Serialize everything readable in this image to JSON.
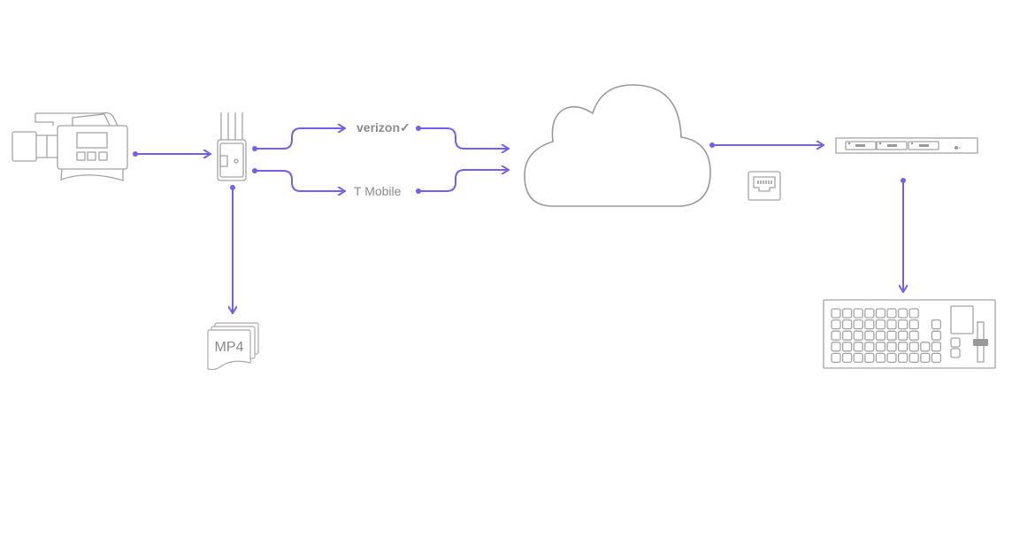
{
  "diagram": {
    "colors": {
      "flow": "#7460ee",
      "device_stroke": "#a3a3a3",
      "label": "#8a8a8a"
    },
    "nodes": {
      "camera": {
        "icon": "video-camera-icon"
      },
      "bonding_encoder": {
        "icon": "cellular-bonding-device-icon"
      },
      "carrier_1": {
        "label": "verizon✓"
      },
      "carrier_2": {
        "label": "T Mobile"
      },
      "cloud": {
        "icon": "cloud-icon"
      },
      "ethernet": {
        "icon": "ethernet-port-icon"
      },
      "server": {
        "icon": "rack-server-icon"
      },
      "recording": {
        "label": "MP4",
        "icon": "mp4-files-icon"
      },
      "switcher": {
        "icon": "production-switcher-icon"
      }
    }
  }
}
